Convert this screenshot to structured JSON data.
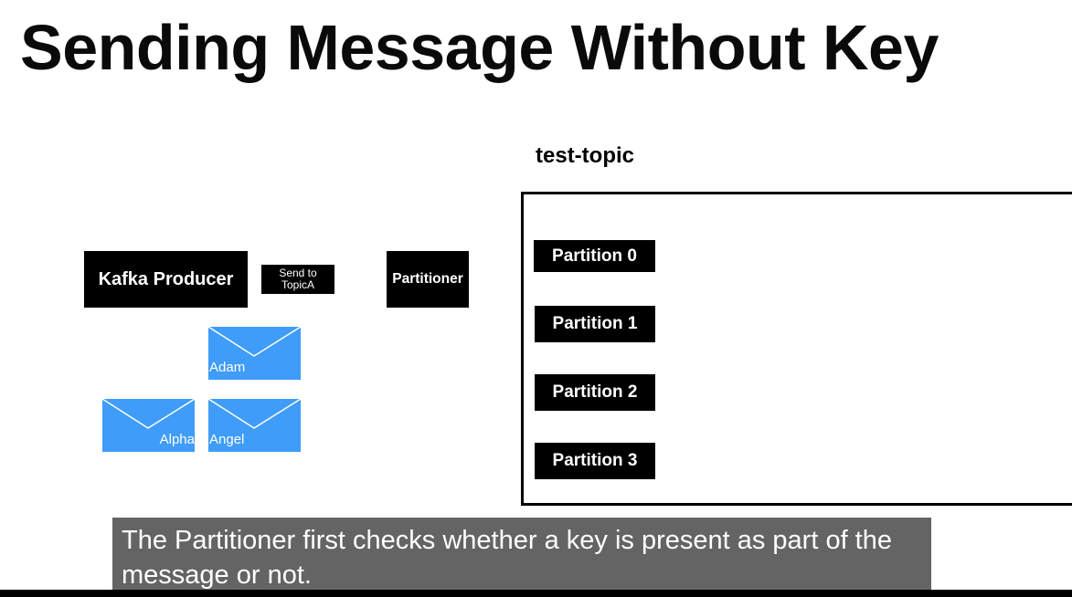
{
  "title": "Sending Message Without Key",
  "topic": {
    "label": "test-topic"
  },
  "producer": {
    "label": "Kafka Producer"
  },
  "send_to": {
    "line1": "Send to",
    "line2": "TopicA"
  },
  "partitioner": {
    "label": "Partitioner"
  },
  "partitions": [
    "Partition 0",
    "Partition 1",
    "Partition 2",
    "Partition 3"
  ],
  "messages": {
    "adam": "Adam",
    "alpha": "Alpha",
    "angel": "Angel"
  },
  "caption": "The Partitioner first checks whether a key is present as part of the message or not.",
  "colors": {
    "envelope": "#3f9cf8",
    "caption_bg": "#646464",
    "box": "#000000"
  }
}
